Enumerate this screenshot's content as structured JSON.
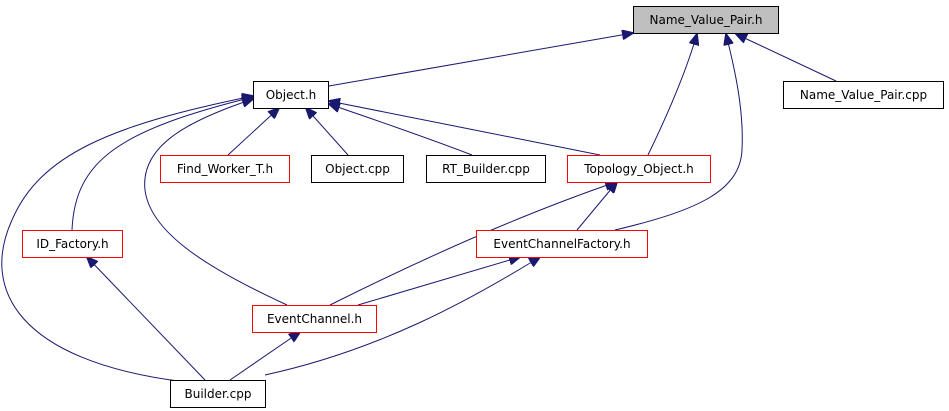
{
  "diagram": {
    "nodes": [
      {
        "id": "name_value_pair_h",
        "label": "Name_Value_Pair.h",
        "style": "highlight"
      },
      {
        "id": "object_h",
        "label": "Object.h",
        "style": "normal"
      },
      {
        "id": "name_value_pair_cpp",
        "label": "Name_Value_Pair.cpp",
        "style": "normal"
      },
      {
        "id": "find_worker_t_h",
        "label": "Find_Worker_T.h",
        "style": "expandable"
      },
      {
        "id": "object_cpp",
        "label": "Object.cpp",
        "style": "normal"
      },
      {
        "id": "rt_builder_cpp",
        "label": "RT_Builder.cpp",
        "style": "normal"
      },
      {
        "id": "topology_object_h",
        "label": "Topology_Object.h",
        "style": "expandable"
      },
      {
        "id": "id_factory_h",
        "label": "ID_Factory.h",
        "style": "expandable"
      },
      {
        "id": "event_channel_factory_h",
        "label": "EventChannelFactory.h",
        "style": "expandable"
      },
      {
        "id": "event_channel_h",
        "label": "EventChannel.h",
        "style": "expandable"
      },
      {
        "id": "builder_cpp",
        "label": "Builder.cpp",
        "style": "normal"
      }
    ],
    "edges": [
      {
        "from": "object_h",
        "to": "name_value_pair_h"
      },
      {
        "from": "name_value_pair_cpp",
        "to": "name_value_pair_h"
      },
      {
        "from": "topology_object_h",
        "to": "name_value_pair_h"
      },
      {
        "from": "event_channel_factory_h",
        "to": "name_value_pair_h"
      },
      {
        "from": "find_worker_t_h",
        "to": "object_h"
      },
      {
        "from": "object_cpp",
        "to": "object_h"
      },
      {
        "from": "rt_builder_cpp",
        "to": "object_h"
      },
      {
        "from": "topology_object_h",
        "to": "object_h"
      },
      {
        "from": "id_factory_h",
        "to": "object_h"
      },
      {
        "from": "event_channel_h",
        "to": "object_h"
      },
      {
        "from": "builder_cpp",
        "to": "object_h"
      },
      {
        "from": "event_channel_factory_h",
        "to": "topology_object_h"
      },
      {
        "from": "event_channel_h",
        "to": "topology_object_h"
      },
      {
        "from": "event_channel_h",
        "to": "event_channel_factory_h"
      },
      {
        "from": "builder_cpp",
        "to": "event_channel_factory_h"
      },
      {
        "from": "builder_cpp",
        "to": "id_factory_h"
      },
      {
        "from": "builder_cpp",
        "to": "event_channel_h"
      }
    ],
    "colors": {
      "edge": "#191970",
      "highlight_fill": "#bfbfbf",
      "expandable_border": "#ff0000",
      "normal_border": "#000000",
      "node_fill": "#ffffff"
    }
  }
}
